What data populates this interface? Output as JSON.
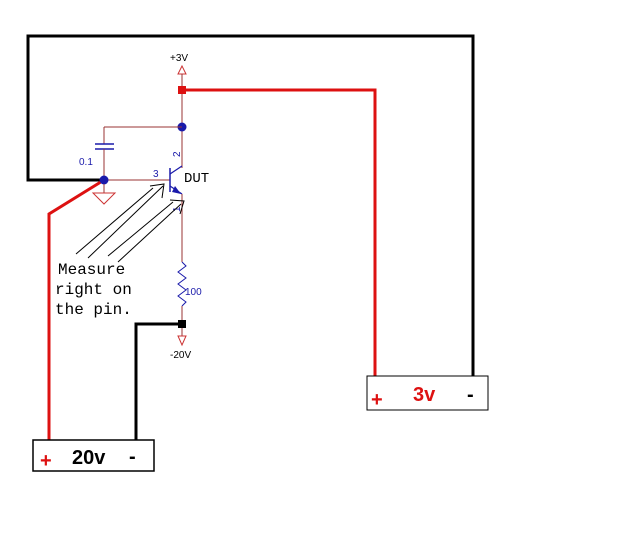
{
  "labels": {
    "vplus": "+3V",
    "vminus": "-20V",
    "capacitor": "0.1",
    "resistor": "100",
    "pin_base": "3",
    "pin_collector": "2",
    "pin_emitter": "1",
    "device": "DUT",
    "note": [
      "Measure",
      "right on",
      "the pin."
    ]
  },
  "supplies": {
    "small": {
      "voltage": "3v",
      "plus": "+",
      "minus": "-"
    },
    "large": {
      "voltage": "20v",
      "plus": "+",
      "minus": "-"
    }
  },
  "colors": {
    "lead_red": "#dd1111",
    "lead_black": "#000000",
    "wire": "#993333",
    "dot": "#1a1aaa",
    "pin_label": "#1a1aaa",
    "ground": "#cc3333"
  }
}
